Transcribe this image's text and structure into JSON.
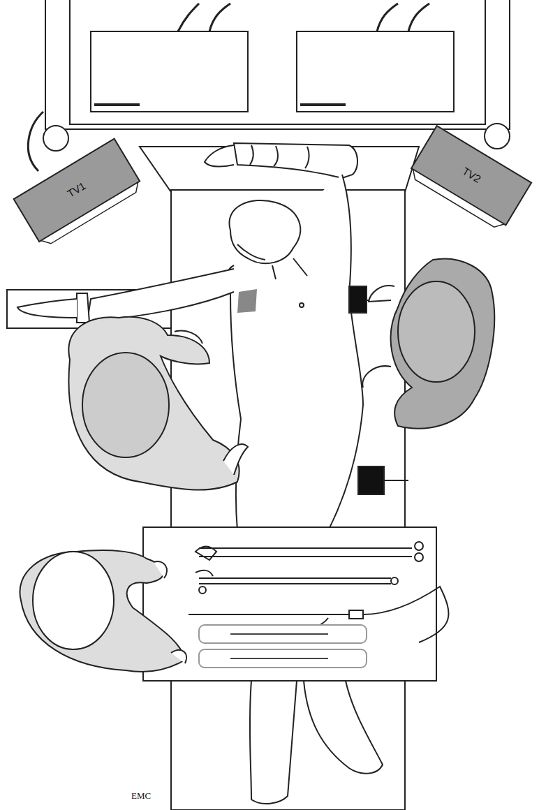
{
  "diagram": {
    "nodes": [
      {
        "text": [
          "TV1"
        ]
      },
      {
        "text": [
          "TV2"
        ]
      }
    ],
    "labels": [
      "EMC"
    ]
  }
}
